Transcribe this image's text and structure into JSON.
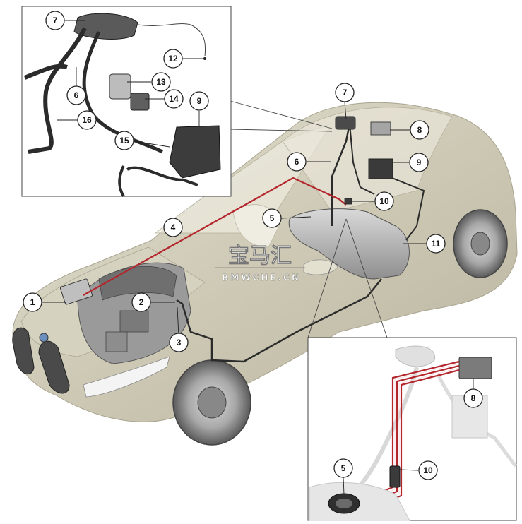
{
  "diagram": {
    "callouts": [
      {
        "id": "c1",
        "label": "1"
      },
      {
        "id": "c2",
        "label": "2"
      },
      {
        "id": "c3",
        "label": "3"
      },
      {
        "id": "c4",
        "label": "4"
      },
      {
        "id": "c5",
        "label": "5"
      },
      {
        "id": "c6",
        "label": "6"
      },
      {
        "id": "c7",
        "label": "7"
      },
      {
        "id": "c8",
        "label": "8"
      },
      {
        "id": "c9",
        "label": "9"
      },
      {
        "id": "c10",
        "label": "10"
      },
      {
        "id": "c11",
        "label": "11"
      }
    ],
    "inset_top_callouts": [
      {
        "id": "t7",
        "label": "7"
      },
      {
        "id": "t6",
        "label": "6"
      },
      {
        "id": "t12",
        "label": "12"
      },
      {
        "id": "t13",
        "label": "13"
      },
      {
        "id": "t14",
        "label": "14"
      },
      {
        "id": "t9",
        "label": "9"
      },
      {
        "id": "t16",
        "label": "16"
      },
      {
        "id": "t15",
        "label": "15"
      }
    ],
    "inset_bottom_callouts": [
      {
        "id": "b8",
        "label": "8"
      },
      {
        "id": "b5",
        "label": "5"
      },
      {
        "id": "b10",
        "label": "10"
      }
    ]
  },
  "watermark": {
    "main": "宝马汇",
    "sub": "BMWCHE.CN"
  },
  "colors": {
    "car_body": "#cfcbb8",
    "line_red": "#b3262c",
    "fuel_line": "#2b2b2b"
  }
}
